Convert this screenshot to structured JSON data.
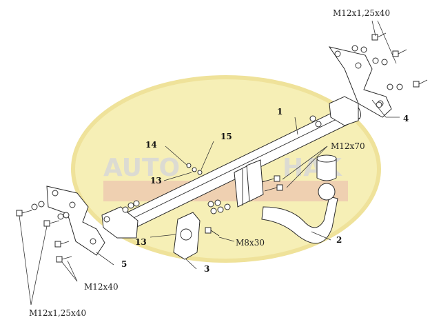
{
  "watermark": {
    "text_left": "AUTO",
    "text_right": "HAK",
    "colors": {
      "ellipse": "#f5eeb0",
      "ellipse_edge": "#efe29a",
      "text": "#d8d8d8",
      "red_band": "#e8b1a8"
    }
  },
  "diagram": {
    "part_numbers": {
      "p1": "1",
      "p2": "2",
      "p3": "3",
      "p4": "4",
      "p5": "5",
      "p13a": "13",
      "p13b": "13",
      "p14": "14",
      "p15": "15"
    },
    "bolt_specs": {
      "top_right": "M12x1,25x40",
      "ball_bolts": "M12x70",
      "socket_bolt": "M8x30",
      "left_lower": "M12x40",
      "bottom_left": "M12x1,25x40"
    }
  }
}
